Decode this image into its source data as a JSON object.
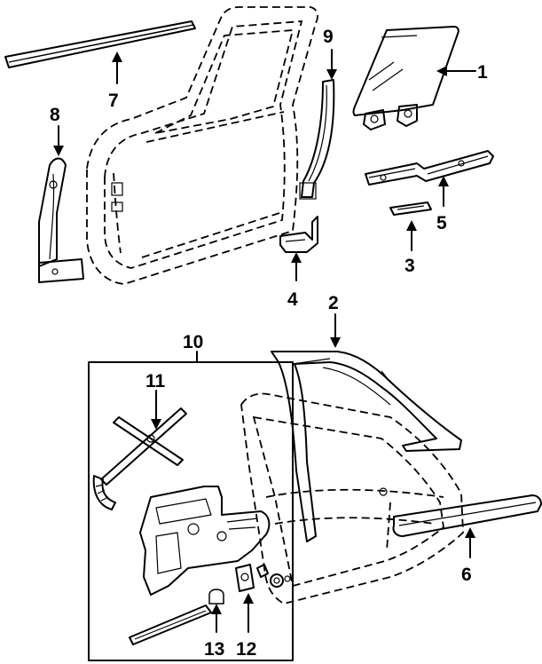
{
  "callouts": [
    {
      "id": "1",
      "label": "1"
    },
    {
      "id": "2",
      "label": "2"
    },
    {
      "id": "3",
      "label": "3"
    },
    {
      "id": "4",
      "label": "4"
    },
    {
      "id": "5",
      "label": "5"
    },
    {
      "id": "6",
      "label": "6"
    },
    {
      "id": "7",
      "label": "7"
    },
    {
      "id": "8",
      "label": "8"
    },
    {
      "id": "9",
      "label": "9"
    },
    {
      "id": "10",
      "label": "10"
    },
    {
      "id": "11",
      "label": "11"
    },
    {
      "id": "12",
      "label": "12"
    },
    {
      "id": "13",
      "label": "13"
    }
  ],
  "colors": {
    "ink": "#000000",
    "background": "#ffffff"
  }
}
